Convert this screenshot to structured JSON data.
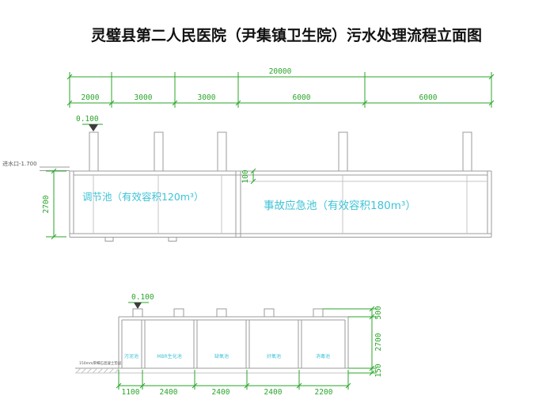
{
  "title": "灵璧县第二人民医院（尹集镇卫生院）污水处理流程立面图",
  "colors": {
    "dimension_green": "#2aa52a",
    "label_cyan": "#3fc3d6",
    "structure_gray": "#9b9b9b"
  },
  "upper_elevation": {
    "total_dim": "20000",
    "segment_dims": [
      "2000",
      "3000",
      "3000",
      "6000",
      "6000"
    ],
    "elevation_mark": "0.100",
    "inlet_label": "进水口-1.700",
    "height_dim": "2700",
    "freeboard_dim": "100",
    "tank1_label": "调节池（有效容积120m³）",
    "tank2_label": "事故应急池（有效容积180m³）"
  },
  "lower_elevation": {
    "elevation_mark": "0.100",
    "compartment_labels": [
      "污泥池",
      "MBR生化池",
      "缺氧池",
      "好氧池",
      "消毒池"
    ],
    "base_note": "150mm厚细石混凝土垫层",
    "width_dims": [
      "1100",
      "2400",
      "2400",
      "2400",
      "2200"
    ],
    "height_dims": [
      "500",
      "2700",
      "150"
    ]
  }
}
